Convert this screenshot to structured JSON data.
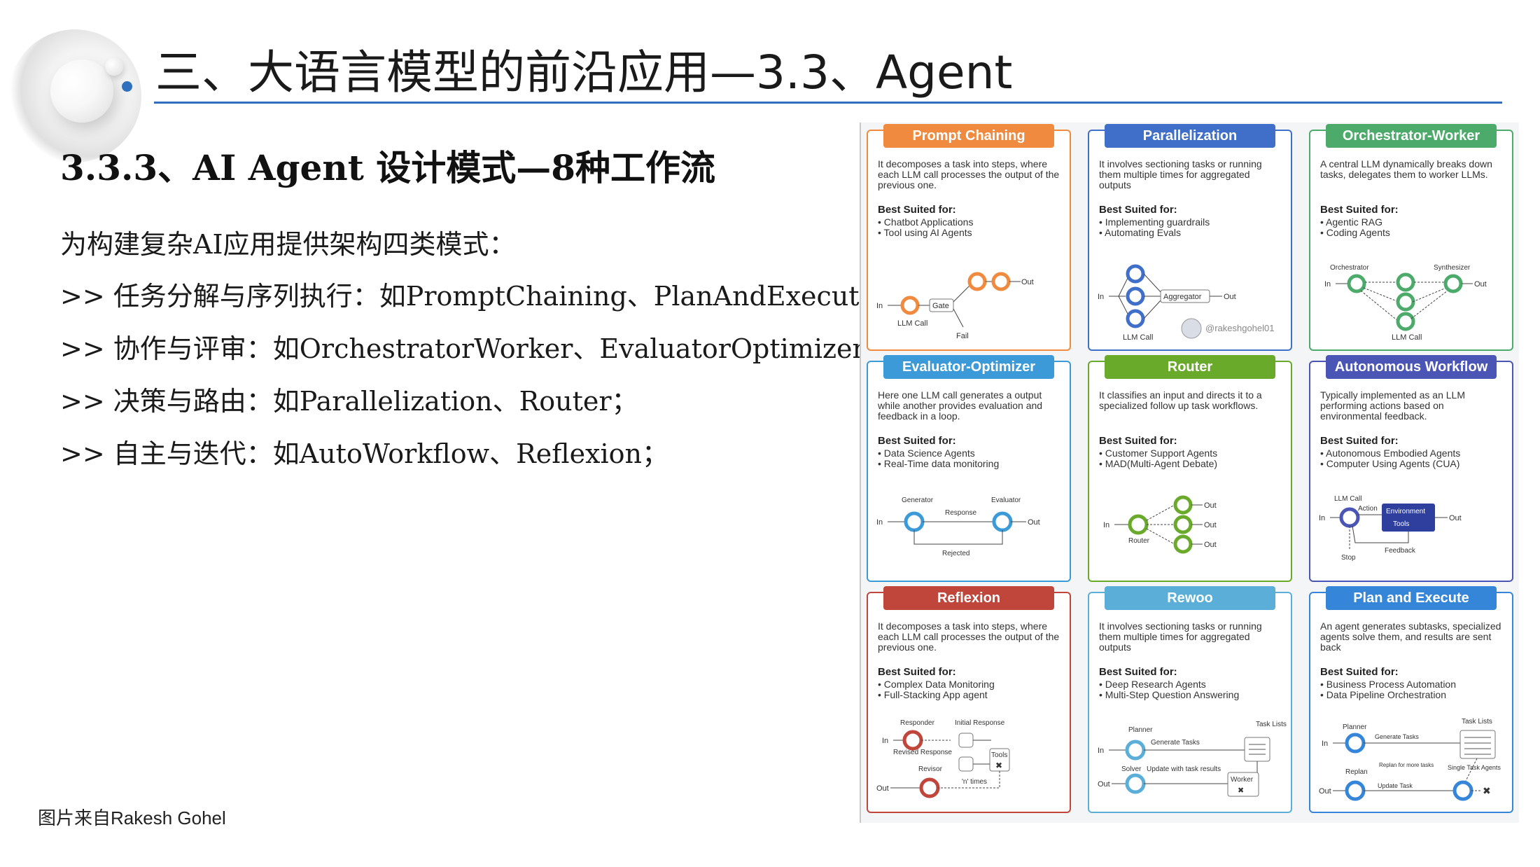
{
  "slide": {
    "title": "三、大语言模型的前沿应用—3.3、Agent",
    "section_heading": "3.3.3、AI Agent 设计模式—8种工作流",
    "intro": "为构建复杂AI应用提供架构四类模式：",
    "bullets": [
      ">> 任务分解与序列执行：如PromptChaining、PlanAndExecute；",
      ">> 协作与评审：如OrchestratorWorker、EvaluatorOptimizer；",
      ">> 决策与路由：如Parallelization、Router；",
      ">> 自主与迭代：如AutoWorkflow、Reflexion；"
    ],
    "credit": "图片来自Rakesh Gohel",
    "accent_color": "#2f6fbe"
  },
  "infographic": {
    "suited_label": "Best Suited for:",
    "watermark": "@rakeshgohel01",
    "panels": [
      {
        "title": "Prompt Chaining",
        "color": "#f08a3e",
        "desc": "It decomposes a task into steps, where each LLM call processes the output of the previous one.",
        "uses": [
          "Chatbot Applications",
          "Tool using AI Agents"
        ],
        "diagram": {
          "in": "In",
          "out": "Out",
          "gate": "Gate",
          "fail": "Fail",
          "call": "LLM Call"
        }
      },
      {
        "title": "Parallelization",
        "color": "#3f6fc8",
        "desc": "It involves sectioning tasks or running them multiple times for aggregated outputs",
        "uses": [
          "Implementing guardrails",
          "Automating Evals"
        ],
        "diagram": {
          "in": "In",
          "out": "Out",
          "aggregator": "Aggregator",
          "call": "LLM Call"
        }
      },
      {
        "title": "Orchestrator-Worker",
        "color": "#4caa6a",
        "desc": "A central LLM dynamically breaks down tasks, delegates them to worker LLMs.",
        "uses": [
          "Agentic RAG",
          "Coding Agents"
        ],
        "diagram": {
          "in": "In",
          "out": "Out",
          "orchestrator": "Orchestrator",
          "synthesizer": "Synthesizer",
          "call": "LLM Call"
        }
      },
      {
        "title": "Evaluator-Optimizer",
        "color": "#3d9ad8",
        "desc": "Here one LLM call generates a output while another provides evaluation and feedback in a loop.",
        "uses": [
          "Data Science Agents",
          "Real-Time data monitoring"
        ],
        "diagram": {
          "in": "In",
          "out": "Out",
          "generator": "Generator",
          "evaluator": "Evaluator",
          "response": "Response",
          "rejected": "Rejected"
        }
      },
      {
        "title": "Router",
        "color": "#6aaa2a",
        "desc": "It classifies an input and directs it to a specialized follow up task workflows.",
        "uses": [
          "Customer Support Agents",
          "MAD(Multi-Agent Debate)"
        ],
        "diagram": {
          "in": "In",
          "out": "Out",
          "router": "Router"
        }
      },
      {
        "title": "Autonomous Workflow",
        "color": "#4a55b5",
        "desc": "Typically implemented as an LLM performing actions based on environmental feedback.",
        "uses": [
          "Autonomous Embodied Agents",
          "Computer Using Agents (CUA)"
        ],
        "diagram": {
          "in": "In",
          "out": "Out",
          "call": "LLM Call",
          "action": "Action",
          "environment": "Environment",
          "tools": "Tools",
          "feedback": "Feedback",
          "stop": "Stop"
        }
      },
      {
        "title": "Reflexion",
        "color": "#c0463b",
        "desc": "It decomposes a task into steps, where each LLM call processes the output of the previous one.",
        "uses": [
          "Complex Data Monitoring",
          "Full-Stacking App agent"
        ],
        "diagram": {
          "in": "In",
          "out": "Out",
          "responder": "Responder",
          "initial": "Initial Response",
          "revised": "Revised Response",
          "revisor": "Revisor",
          "tools": "Tools",
          "times": "'n' times"
        }
      },
      {
        "title": "Rewoo",
        "color": "#5aaed8",
        "desc": "It involves sectioning tasks or running them multiple times for aggregated outputs",
        "uses": [
          "Deep Research Agents",
          "Multi-Step Question Answering"
        ],
        "diagram": {
          "in": "In",
          "out": "Out",
          "planner": "Planner",
          "generate": "Generate Tasks",
          "lists": "Task Lists",
          "solver": "Solver",
          "update": "Update with task results",
          "worker": "Worker"
        }
      },
      {
        "title": "Plan and Execute",
        "color": "#3585d8",
        "desc": "An agent generates subtasks, specialized agents solve them, and results are sent back",
        "uses": [
          "Business Process Automation",
          "Data Pipeline Orchestration"
        ],
        "diagram": {
          "in": "In",
          "out": "Out",
          "planner": "Planner",
          "generate": "Generate Tasks",
          "lists": "Task Lists",
          "replan": "Replan",
          "replan_note": "Replan for more tasks",
          "single": "Single Task Agents",
          "update": "Update Task"
        }
      }
    ]
  }
}
